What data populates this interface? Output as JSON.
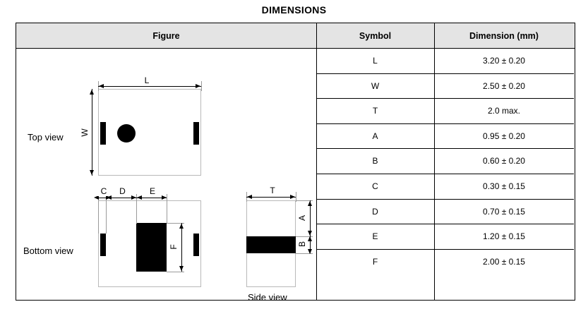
{
  "title": "DIMENSIONS",
  "table": {
    "headers": {
      "figure": "Figure",
      "symbol": "Symbol",
      "dimension": "Dimension (mm)"
    },
    "rows": [
      {
        "symbol": "L",
        "dimension": "3.20 ± 0.20"
      },
      {
        "symbol": "W",
        "dimension": "2.50 ± 0.20"
      },
      {
        "symbol": "T",
        "dimension": "2.0 max."
      },
      {
        "symbol": "A",
        "dimension": "0.95 ± 0.20"
      },
      {
        "symbol": "B",
        "dimension": "0.60 ± 0.20"
      },
      {
        "symbol": "C",
        "dimension": "0.30 ± 0.15"
      },
      {
        "symbol": "D",
        "dimension": "0.70 ± 0.15"
      },
      {
        "symbol": "E",
        "dimension": "1.20 ± 0.15"
      },
      {
        "symbol": "F",
        "dimension": "2.00 ± 0.15"
      }
    ]
  },
  "figure": {
    "views": {
      "top": "Top view",
      "bottom": "Bottom view",
      "side": "Side view"
    },
    "callouts": {
      "L": "L",
      "W": "W",
      "T": "T",
      "A": "A",
      "B": "B",
      "C": "C",
      "D": "D",
      "E": "E",
      "F": "F"
    }
  },
  "colors": {
    "header_fill": "#e4e4e4",
    "border": "#000000",
    "metal": "#000000",
    "outline": "#b9b9b9",
    "page_background": "#ffffff"
  }
}
